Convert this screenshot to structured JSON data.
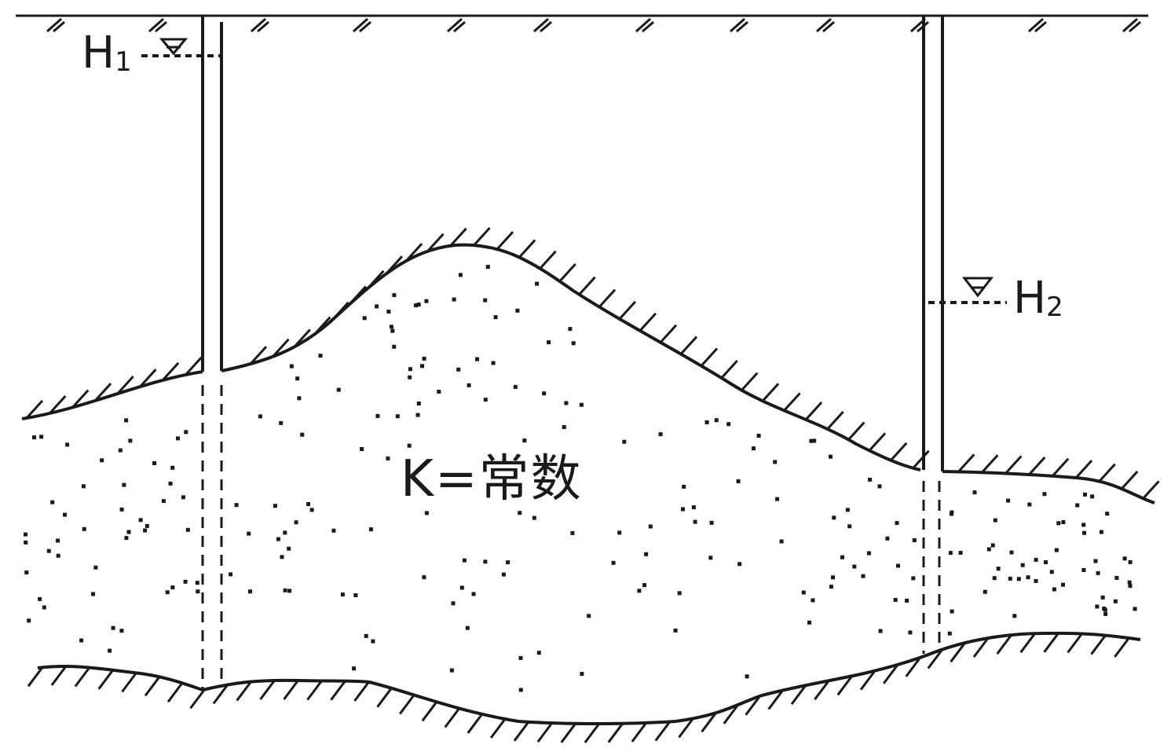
{
  "labels": {
    "h1": {
      "main": "H",
      "sub": "1"
    },
    "h2": {
      "main": "H",
      "sub": "2"
    },
    "permeability": "K=常数"
  },
  "colors": {
    "line": "#1a1a1a",
    "background": "#ffffff"
  },
  "symbols": {
    "water_level": "water-level-triangle-icon",
    "ground_hatch": "ground-hatch",
    "soil_dots": "sand-stipple"
  }
}
